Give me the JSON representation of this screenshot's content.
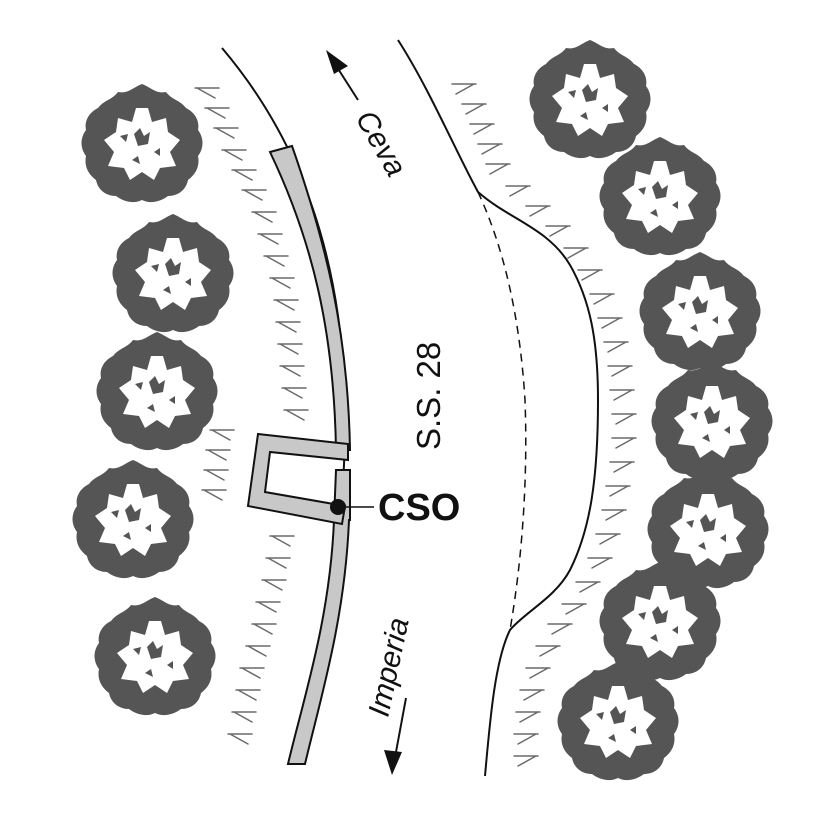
{
  "map": {
    "road_label": "S.S. 28",
    "direction_north": "Ceva",
    "direction_south": "Imperia",
    "marker_label": "CSO"
  },
  "colors": {
    "background": "#ffffff",
    "ink": "#111111",
    "tree_fill": "#555555",
    "sidewalk_fill": "#c8c8c8"
  },
  "icons": {
    "tree": "tree-icon",
    "embankment": "embankment-hachure",
    "marker": "station-marker-dot",
    "arrow": "direction-arrow-icon"
  }
}
